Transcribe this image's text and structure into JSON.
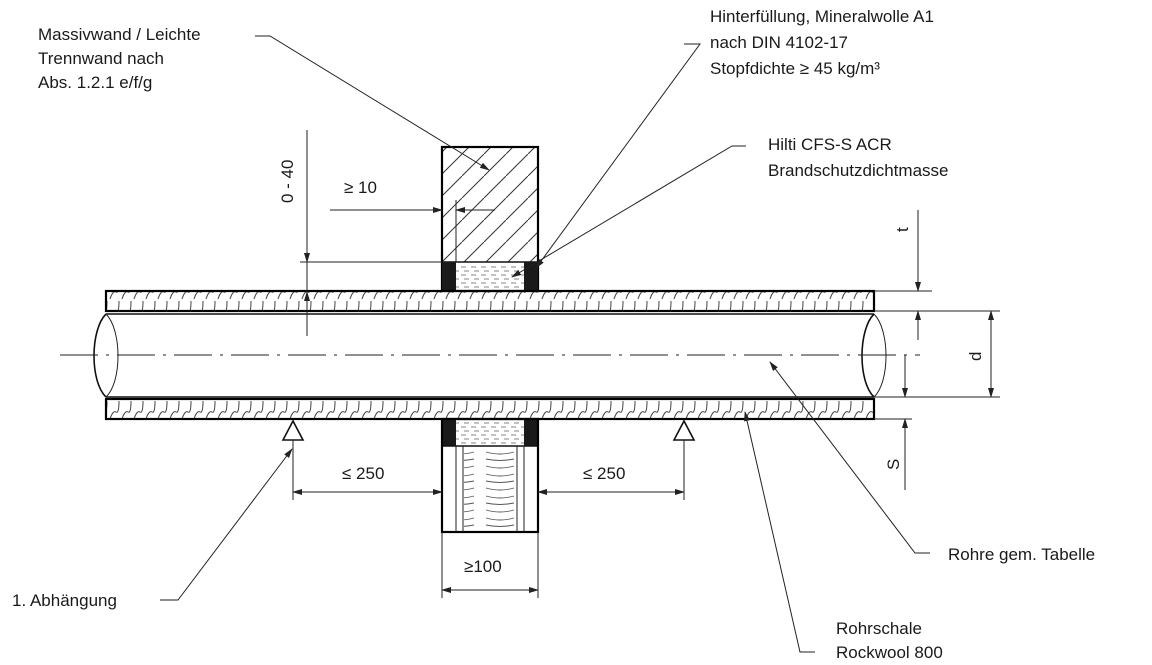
{
  "labels": {
    "wall": [
      "Massivwand / Leichte",
      "Trennwand nach",
      "Abs. 1.2.1 e/f/g"
    ],
    "backfill": [
      "Hinterfüllung, Mineralwolle A1",
      "nach DIN 4102-17",
      "Stopfdichte ≥ 45 kg/m³"
    ],
    "sealant": [
      "Hilti CFS-S ACR",
      "Brandschutzdichtmasse"
    ],
    "pipes": "Rohre gem. Tabelle",
    "suspension": "1. Abhängung",
    "shell": [
      "Rohrschale",
      "Rockwool 800"
    ]
  },
  "dimensions": {
    "offset_range": "0 - 40",
    "min_overlap": "≥ 10",
    "max_left_spacing": "≤ 250",
    "max_right_spacing": "≤ 250",
    "min_wall": "≥100",
    "t": "t",
    "d": "d",
    "s": "S"
  },
  "colors": {
    "line": "#111111",
    "hatch": "#333333",
    "sealant_fill": "#1a1a1a"
  }
}
